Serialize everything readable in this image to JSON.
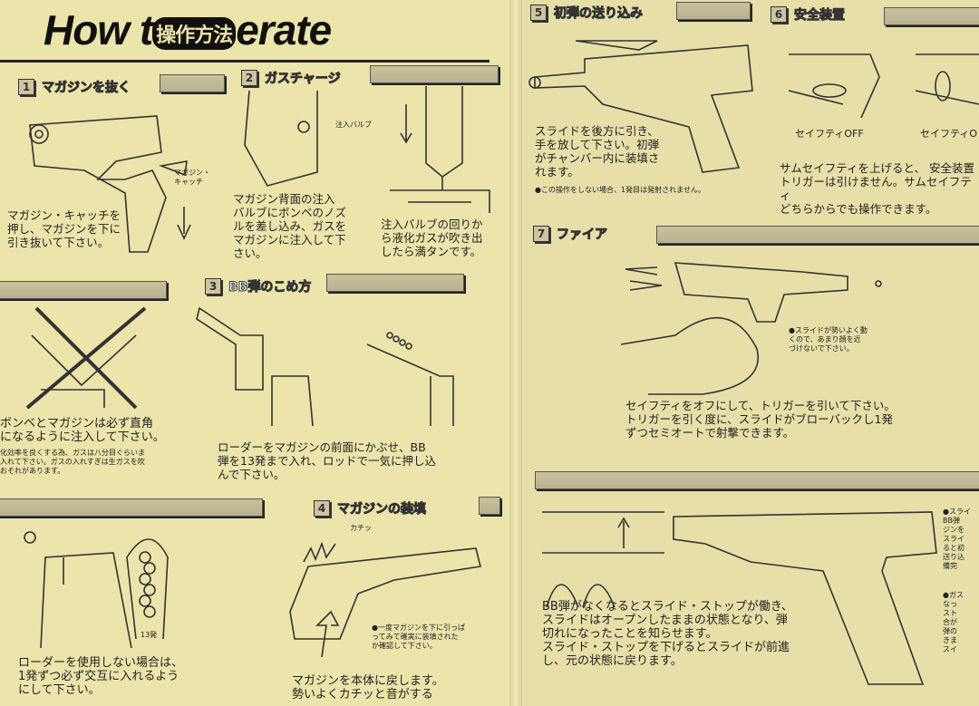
{
  "title": {
    "pre": "How t",
    "jp": "操作方法",
    "post": "erate"
  },
  "sections": [
    {
      "num": "1",
      "heading": "マガジンを抜く",
      "label": "マガジン・\nキャッチ",
      "text": "マガジン・キャッチを\n押し、マガジンを下に\n引き抜いて下さい。"
    },
    {
      "num": "2",
      "heading": "ガスチャージ",
      "label": "注入バルブ",
      "text": "マガジン背面の注入\nバルブにボンベのノズ\nルを差し込み、ガスを\nマガジンに注入して下\nさい。",
      "text2": "注入バルブの回りか\nら液化ガスが吹き出\nしたら満タンです。"
    },
    {
      "warning": "ボンベとマガジンは必ず直角\nになるように注入して下さい。",
      "note": "化効率を良くする為、ガスは八分目ぐらいま\n入れて下さい。ガスの入れすぎは生ガスを吹\nおそれがあります。"
    },
    {
      "num": "3",
      "heading": "BB弾のこめ方",
      "text": "ローダーをマガジンの前面にかぶせ、BB\n弾を13発まで入れ、ロッドで一気に押し込\nんで下さい。"
    },
    {
      "label": "13発",
      "text": "ローダーを使用しない場合は、\n1発ずつ必ず交互に入れるよう\nにして下さい。"
    },
    {
      "num": "4",
      "heading": "マガジンの装填",
      "sfx": "カチッ",
      "note": "●一度マガジンを下に引っぱ\nってみて確実に装填された\nか確認して下さい。",
      "text": "マガジンを本体に戻します。\n勢いよくカチッと音がする"
    },
    {
      "num": "5",
      "heading": "初弾の送り込み",
      "text": "スライドを後方に引き、\n手を放して下さい。初弾\nがチャンバー内に装填さ\nれます。",
      "note": "●この操作をしない場合、1発目は発射されません。"
    },
    {
      "num": "6",
      "heading": "安全装置",
      "label_off": "セイフティOFF",
      "label_on": "セイフティO",
      "text": "サムセイフティを上げると、 安全装置\nトリガーは引けません。サムセイフティ\nどちらからでも操作できます。"
    },
    {
      "num": "7",
      "heading": "ファイア",
      "note": "●スライドが勢いよく動\nくので、あまり顔を近\nづけないで下さい。",
      "text": "セイフティをオフにして、トリガーを引いて下さい。\nトリガーを引く度に、スライドがブローバックし1発\nずつセミオートで射撃できます。"
    },
    {
      "text": "BB弾がなくなるとスライド・ストップが働き、\nスライドはオープンしたままの状態となり、弾\n切れになったことを知らせます。\nスライド・ストップを下げるとスライドが前進\nし、元の状態に戻ります。",
      "side1": "●スライ\n BB弾\n ジンを\n スライ\n ると初\n 送り込\n 備完",
      "side2": "●ガス\n なっ\n スト\n 合が\n 弾の\n きま\n スイ"
    }
  ]
}
